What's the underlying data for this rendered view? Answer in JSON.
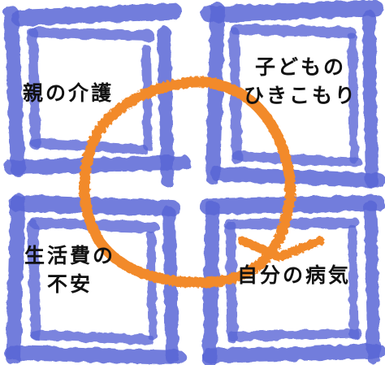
{
  "colors": {
    "brush_blue": "#5a66d6",
    "cycle_orange": "#f28a2b",
    "text": "#111111"
  },
  "quadrants": {
    "top_left": {
      "lines": [
        "親の介護"
      ]
    },
    "top_right": {
      "lines": [
        "子どもの",
        "ひきこもり"
      ]
    },
    "bottom_left": {
      "lines": [
        "生活費の",
        "不安"
      ]
    },
    "bottom_right": {
      "lines": [
        "自分の病気"
      ]
    }
  }
}
